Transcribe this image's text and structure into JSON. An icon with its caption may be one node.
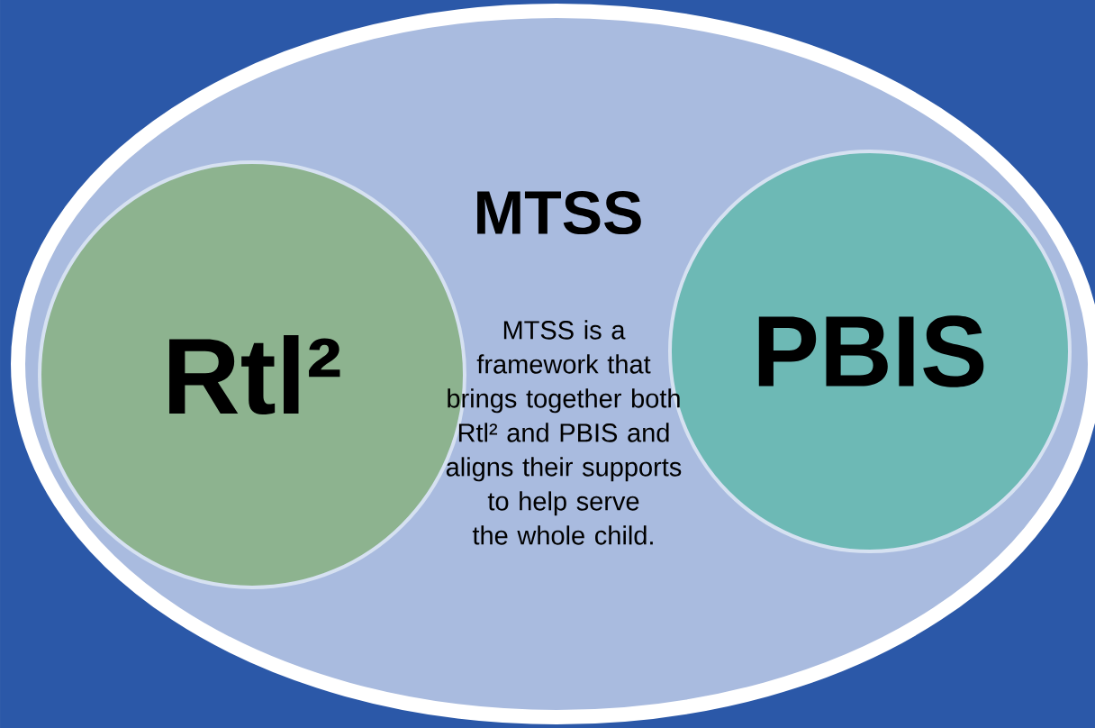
{
  "diagram": {
    "nodes": [
      {
        "text": [
          "MTSS",
          "MTSS is a framework that brings together both Rtl² and PBIS and aligns their supports to help serve the whole child."
        ]
      },
      {
        "text": [
          "Rtl²"
        ],
        "in": 0
      },
      {
        "text": [
          "PBIS"
        ],
        "in": 0
      }
    ]
  }
}
